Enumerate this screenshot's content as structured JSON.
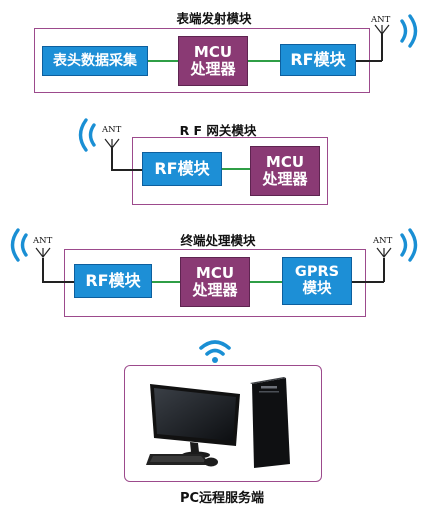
{
  "colors": {
    "frame": "#9c4a8c",
    "blue_box": "#1d8fd6",
    "purple_box": "#8a3a74",
    "link_line": "#2f9e46",
    "signal": "#1a8fd4"
  },
  "icons": {
    "antenna": "antenna-icon",
    "signal": "wireless-signal-icon",
    "wifi": "wifi-icon",
    "monitor": "monitor-icon",
    "tower": "pc-tower-icon",
    "keyboard": "keyboard-icon",
    "mouse": "mouse-icon"
  },
  "ant_label": "ANT",
  "sections": {
    "transmitter": {
      "title": "表端发射模块",
      "meter_data": "表头数据采集",
      "mcu_line1": "MCU",
      "mcu_line2": "处理器",
      "rf": "RF模块"
    },
    "gateway": {
      "title": "R F 网关模块",
      "rf": "RF模块",
      "mcu_line1": "MCU",
      "mcu_line2": "处理器"
    },
    "terminal": {
      "title": "终端处理模块",
      "rf": "RF模块",
      "mcu_line1": "MCU",
      "mcu_line2": "处理器",
      "gprs_line1": "GPRS",
      "gprs_line2": "模块"
    },
    "server": {
      "caption": "PC远程服务端"
    }
  }
}
